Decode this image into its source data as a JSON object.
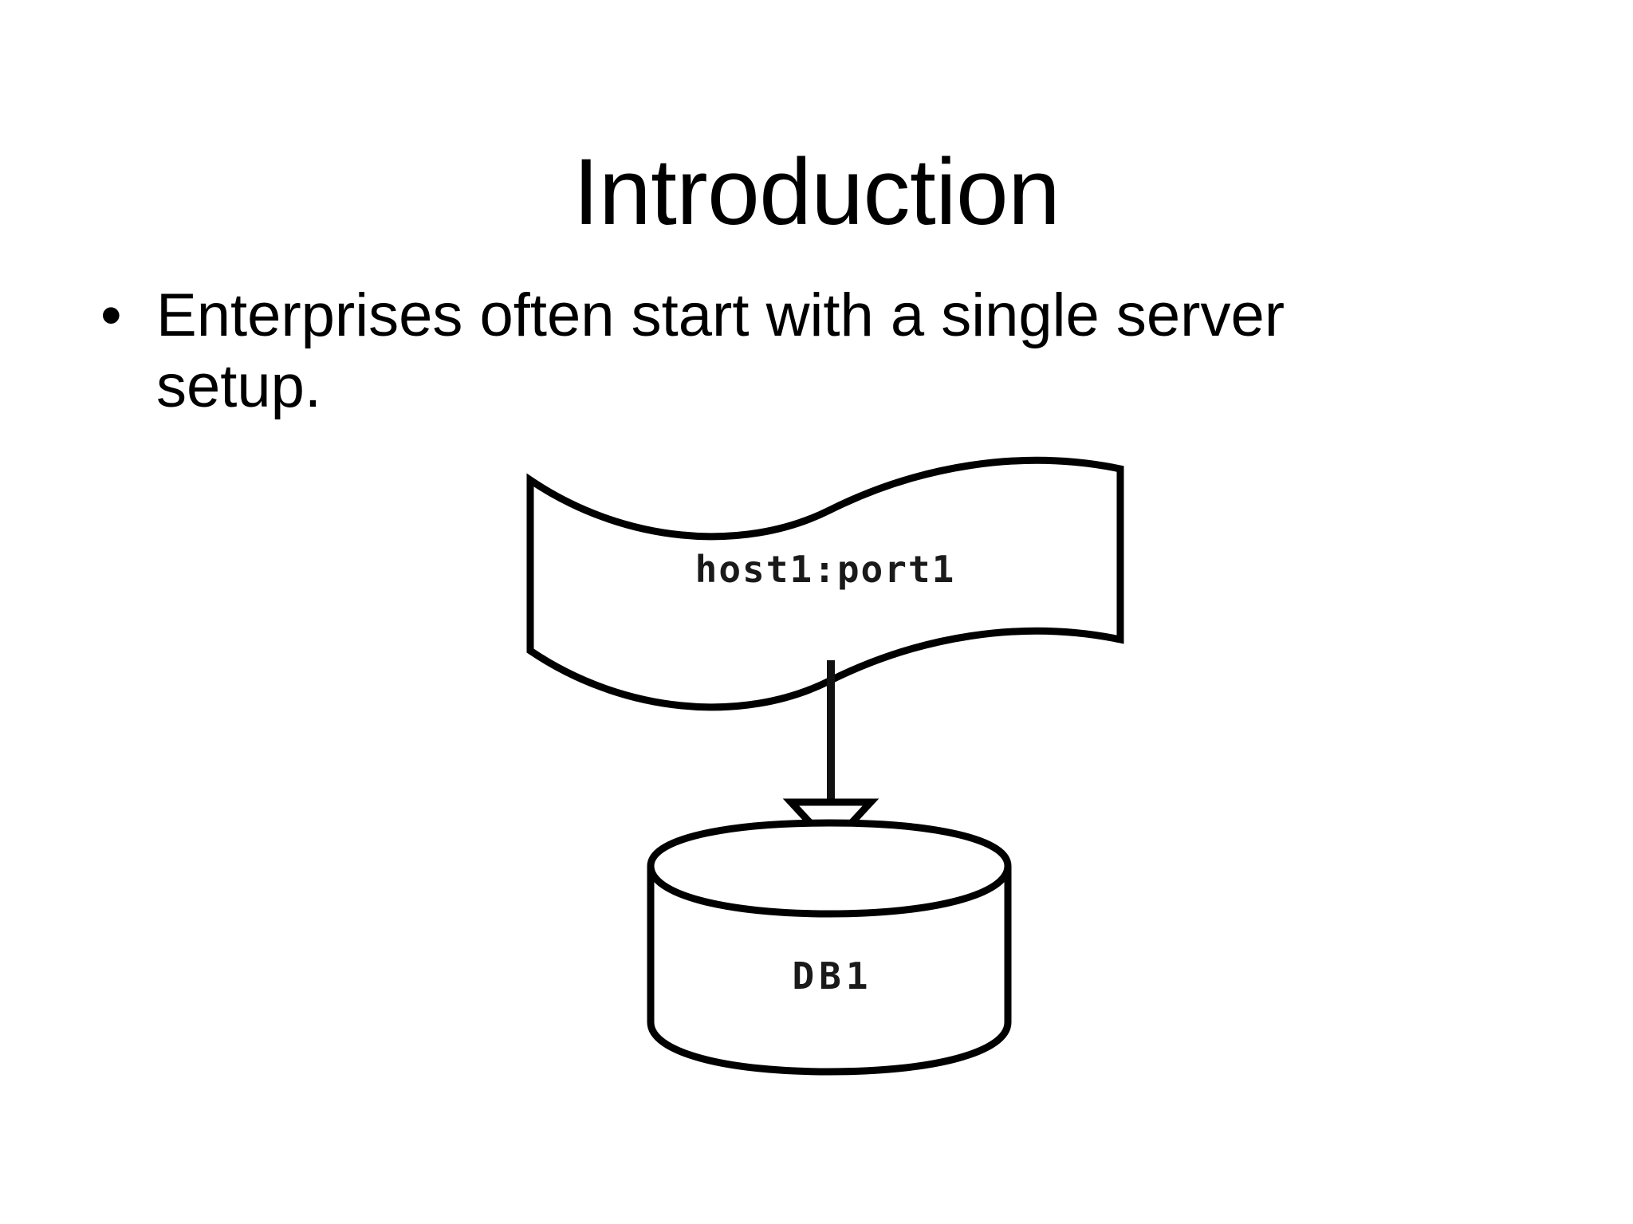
{
  "slide": {
    "title": "Introduction",
    "background_color": "#ffffff",
    "text_color": "#000000"
  },
  "body": {
    "bullets": [
      {
        "marker": "•",
        "text": "Enterprises often start with a single server setup."
      }
    ]
  },
  "diagram": {
    "type": "deployment-diagram",
    "nodes": [
      {
        "id": "server",
        "shape": "wavy-banner",
        "label": "host1:port1"
      },
      {
        "id": "database",
        "shape": "cylinder",
        "label": "DB1"
      }
    ],
    "connector": {
      "from": "server",
      "to": "database",
      "direction": "down",
      "arrowhead": "open-triangle"
    },
    "stroke_color": "#000000",
    "fill_color": "#ffffff"
  }
}
